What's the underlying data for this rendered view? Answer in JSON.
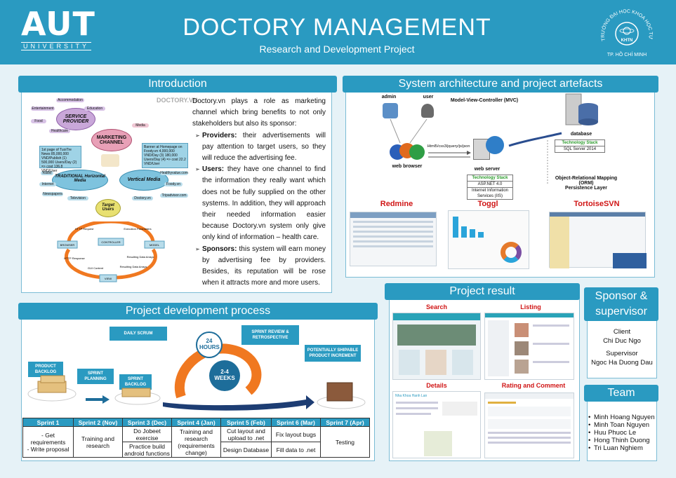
{
  "header": {
    "logo_main": "AUT",
    "logo_sub": "UNIVERSITY",
    "title": "DOCTORY MANAGEMENT",
    "subtitle": "Research and Development Project",
    "seal_text": "TRƯỜNG ĐẠI HỌC KHOA HỌC TỰ NHIÊN",
    "seal_center": "KHTN",
    "seal_bottom": "TP. HỒ CHÍ MINH"
  },
  "introduction": {
    "title": "Introduction",
    "watermark": "DOCTORY.VN",
    "paragraph_brand": "Doctory.vn",
    "paragraph": " plays a role as marketing channel which bring benefits to not only stakeholders but also its sponsor:",
    "points": [
      {
        "label": "Providers:",
        "text": " their advertisements will pay attention to target users, so they will reduce the advertising fee."
      },
      {
        "label": "Users:",
        "text": " they have one channel to find the information they really want which does not be fully supplied on the other systems. In addition, they will approach their needed information easier because Doctory.vn system only give only kind of information – health care."
      },
      {
        "label": "Sponsors:",
        "text": " this system will earn money by advertising fee by providers. Besides, its reputation will be rose when it attracts more and more users."
      }
    ],
    "diagram": {
      "service_provider": "SERVICE PROVIDER",
      "marketing_channel": "MARKETING CHANNEL",
      "traditional": "TRADITIONAL Horizontal Media",
      "vertical": "Vertical Media",
      "target": "Target Users",
      "tags": [
        "Accommodation",
        "Entertainment",
        "Education",
        "Food",
        "Healthcare",
        "Media",
        "Radio",
        "Internet",
        "Newspapers",
        "Television",
        "Healthyvalue.com",
        "Foody.vn",
        "Doctory.vn",
        "Tripadvisor.com"
      ],
      "box_left": "1st page of TuoiTre News 85,000,000 VND/Publish (1) 500,000 Users/Day (2) => cost 136.8 VND/User",
      "box_right": "Banner at Homepage on Foody.vn 4,000,000 VND/Day (3) 180,000 Users/Day (4) => cost 22.2 VND/User",
      "mvc": [
        "HTTP Request",
        "Execution Parameters",
        "BROWSER",
        "CONTROLLER",
        "MODEL",
        "HTTP Response",
        "Resulting Data Arrays",
        "GUI Content",
        "Resulting Data Arrays",
        "VIEW"
      ]
    }
  },
  "architecture": {
    "title": "System architecture and project artefacts",
    "admin": "admin",
    "user": "user",
    "mvc": "Model-View-Controller (MVC)",
    "database": "database",
    "db_stack_h": "Technology Stack",
    "db_stack": "SQL Server 2014",
    "web_browser": "web browser",
    "protocols": "Html5/css3/jquery/js/json",
    "web_server": "web server",
    "ws_stack_h": "Technology Stack",
    "ws_stack_1": "ASP.NET 4.0",
    "ws_stack_2": "Internet Information Services (IIS)",
    "orm": "Object-Relational Mapping (ORM)",
    "persistence": "Persistence Layer",
    "tools": [
      "Redmine",
      "Toggl",
      "TortoiseSVN"
    ]
  },
  "process": {
    "title": "Project development process",
    "labels": {
      "product_backlog": "PRODUCT BACKLOG",
      "sprint_planning": "SPRINT PLANNING",
      "sprint_backlog": "SPRINT BACKLOG",
      "daily_scrum": "DAILY SCRUM",
      "hours": "24 HOURS",
      "weeks": "2-4 WEEKS",
      "review": "SPRINT REVIEW & RETROSPECTIVE",
      "increment": "POTENTIALLY SHIPABLE PRODUCT INCREMENT"
    },
    "sprints": [
      {
        "header": "Sprint 1",
        "cells": [
          "- Get requirements\n- Write proposal"
        ]
      },
      {
        "header": "Sprint 2 (Nov)",
        "cells": [
          "Training and research"
        ]
      },
      {
        "header": "Sprint 3 (Dec)",
        "cells": [
          "Do Jobeet exercise",
          "Practice build android functions"
        ]
      },
      {
        "header": "Sprint 4 (Jan)",
        "cells": [
          "Training and research (requirements change)"
        ]
      },
      {
        "header": "Sprint 5 (Feb)",
        "cells": [
          "Cut layout and upload to .net",
          "Design Database"
        ]
      },
      {
        "header": "Sprint 6 (Mar)",
        "cells": [
          "Fix layout bugs",
          "Fill data to .net"
        ]
      },
      {
        "header": "Sprint 7 (Apr)",
        "cells": [
          "Testing"
        ]
      }
    ]
  },
  "result": {
    "title": "Project result",
    "screens": [
      "Search",
      "Listing",
      "Details",
      "Rating and Comment"
    ],
    "detail_heading": "Nha Khoa Hanh Lan"
  },
  "sponsor": {
    "title": "Sponsor & supervisor",
    "client_label": "Client",
    "client_name": "Chi Duc Ngo",
    "supervisor_label": "Supervisor",
    "supervisor_name": "Ngoc Ha Duong Dau"
  },
  "team": {
    "title": "Team",
    "members": [
      "Minh Hoang Nguyen",
      "Minh Toan Nguyen",
      "Huu Phuoc Le",
      "Hong Thinh Duong",
      "Tri Luan Nghiem"
    ]
  },
  "colors": {
    "accent": "#2a9ac1",
    "red_label": "#d01515",
    "page_bg": "#e6f2f7"
  }
}
